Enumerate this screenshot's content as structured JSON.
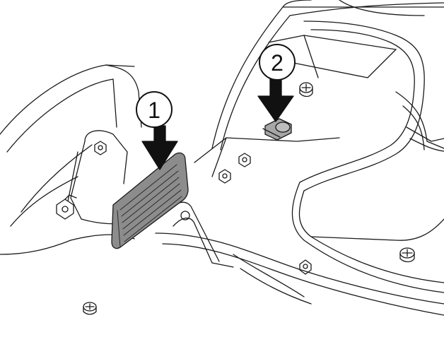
{
  "figure": {
    "callouts": [
      {
        "number": "1",
        "part": "pedal"
      },
      {
        "number": "2",
        "part": "lock-knob"
      }
    ]
  },
  "colors": {
    "line": "#1a1a1a",
    "background": "#ffffff",
    "pedal_fill": "#8c8c8c",
    "knob_fill": "#a6a6a6",
    "arrow_fill": "#111111"
  }
}
